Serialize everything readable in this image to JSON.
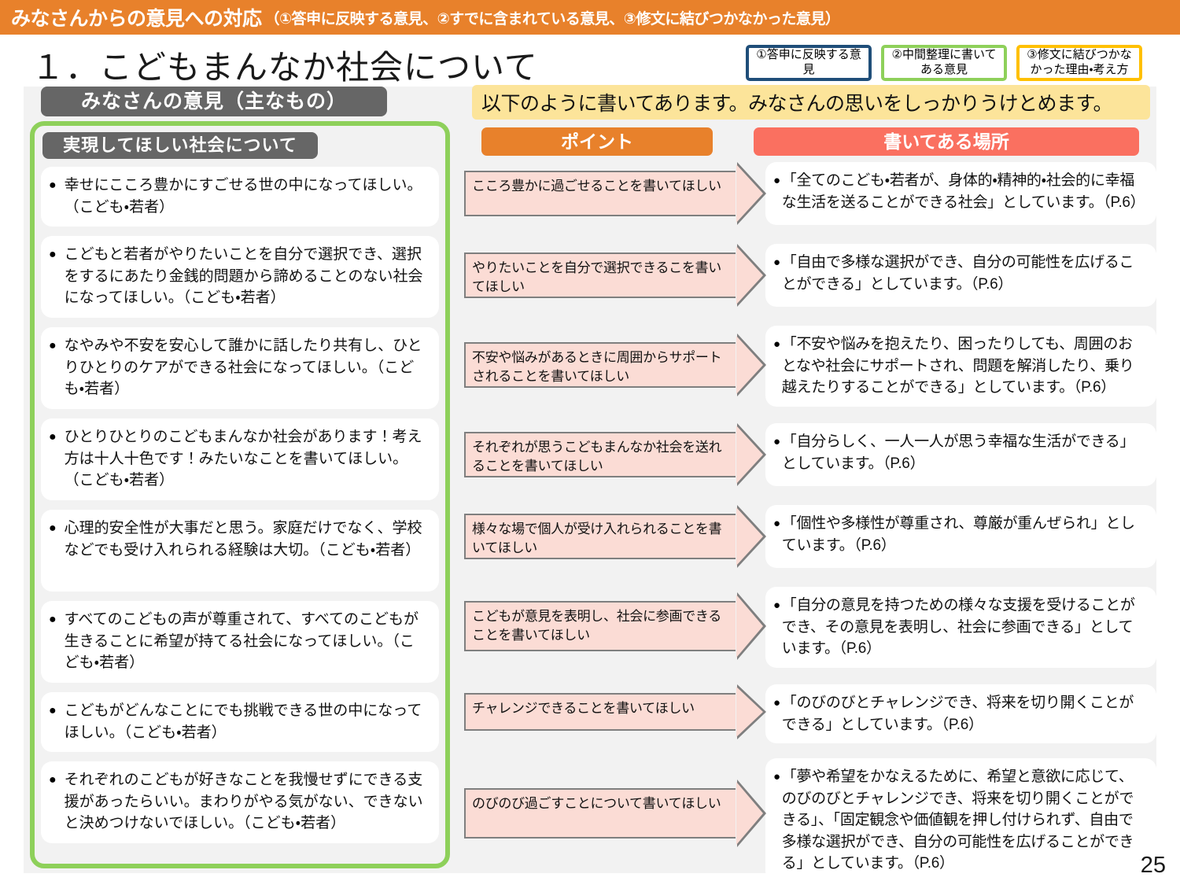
{
  "header": {
    "main_title": "みなさんからの意見への対応",
    "sub_title": "（①答申に反映する意見、②すでに含まれている意見、③修文に結びつかなかった意見）",
    "band_color": "#e8812b"
  },
  "slide": {
    "title": "１．こどもまんなか社会について",
    "page_number": "25"
  },
  "legend": [
    {
      "label": "①答申に反映する意見",
      "border_color": "#1f4e79"
    },
    {
      "label": "②中間整理に書いてある意見",
      "border_color": "#8ed05a"
    },
    {
      "label": "③修文に結びつかなかった理由・考え方",
      "border_color": "#ffc000"
    }
  ],
  "left_column": {
    "section_heading": "みなさんの意見（主なもの）",
    "sub_heading": "実現してほしい社会について",
    "frame_color": "#8ed05a",
    "bullet": "●",
    "opinions": [
      "幸せにこころ豊かにすごせる世の中になってほしい。（こども・若者）",
      "こどもと若者がやりたいことを自分で選択でき、選択をするにあたり金銭的問題から諦めることのない社会になってほしい。（こども・若者）",
      "なやみや不安を安心して誰かに話したり共有し、ひとりひとりのケアができる社会になってほしい。（こども・若者）",
      "ひとりひとりのこどもまんなか社会があります！考え方は十人十色です！みたいなことを書いてほしい。（こども・若者）",
      "心理的安全性が大事だと思う。家庭だけでなく、学校などでも受け入れられる経験は大切。（こども・若者）",
      "すべてのこどもの声が尊重されて、すべてのこどもが生きることに希望が持てる社会になってほしい。（こども・若者）",
      "こどもがどんなことにでも挑戦できる世の中になってほしい。（こども・若者）",
      "それぞれのこどもが好きなことを我慢せずにできる支援があったらいい。まわりがやる気がない、できないと決めつけないでほしい。（こども・若者）"
    ]
  },
  "right_column": {
    "banner": "以下のように書いてあります。みなさんの思いをしっかりうけとめます。",
    "banner_color": "#fce49a",
    "point_header": "ポイント",
    "point_header_color": "#e8812b",
    "place_header": "書いてある場所",
    "place_header_color": "#fa7060",
    "arrow_fill": "#fbdcd5",
    "bullet": "●",
    "rows": [
      {
        "point": "こころ豊かに過ごせることを書いてほしい",
        "place": "「全てのこども・若者が、身体的・精神的・社会的に幸福な生活を送ることができる社会」としています。（P.6）"
      },
      {
        "point": "やりたいことを自分で選択できるこを書いてほしい",
        "place": "「自由で多様な選択ができ、自分の可能性を広げることができる」としています。（P.6）"
      },
      {
        "point": "不安や悩みがあるときに周囲からサポートされることを書いてほしい",
        "place": "「不安や悩みを抱えたり、困ったりしても、周囲のおとなや社会にサポートされ、問題を解消したり、乗り越えたりすることができる」としています。（P.6）"
      },
      {
        "point": "それぞれが思うこどもまんなか社会を送れることを書いてほしい",
        "place": "「自分らしく、一人一人が思う幸福な生活ができる」としています。（P.6）"
      },
      {
        "point": "様々な場で個人が受け入れられることを書いてほしい",
        "place": "「個性や多様性が尊重され、尊厳が重んぜられ」としています。（P.6）"
      },
      {
        "point": "こどもが意見を表明し、社会に参画できることを書いてほしい",
        "place": "「自分の意見を持つための様々な支援を受けることができ、その意見を表明し、社会に参画できる」としています。（P.6）"
      },
      {
        "point": "チャレンジできることを書いてほしい",
        "place": "「のびのびとチャレンジでき、将来を切り開くことができる」としています。（P.6）"
      },
      {
        "point": "のびのび過ごすことについて書いてほしい",
        "place": "「夢や希望をかなえるために、希望と意欲に応じて、のびのびとチャレンジでき、将来を切り開くことができる」、「固定観念や価値観を押し付けられず、自由で多様な選択ができ、自分の可能性を広げることができる」としています。（P.6）"
      }
    ]
  }
}
